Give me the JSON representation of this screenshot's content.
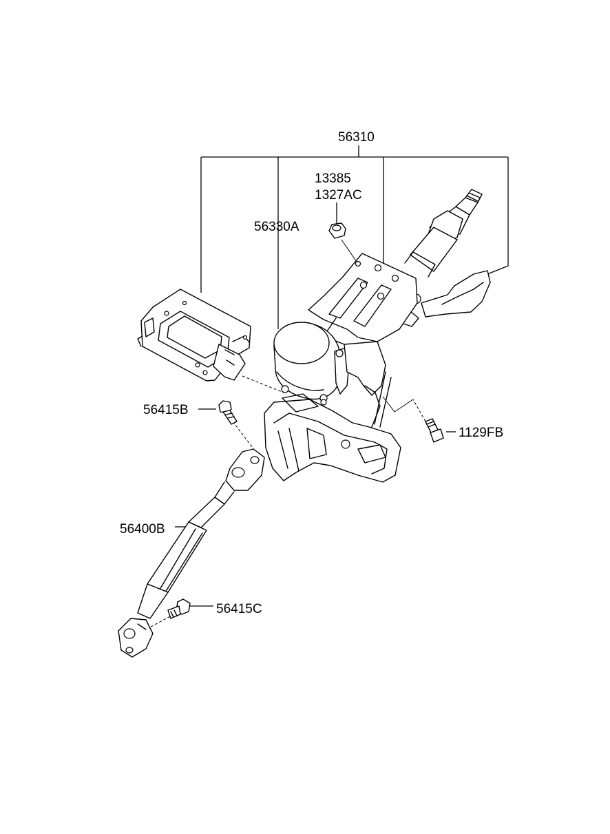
{
  "diagram": {
    "labels": {
      "p56310": "56310",
      "p13385": "13385",
      "p1327ac": "1327AC",
      "p56330a": "56330A",
      "p56415b": "56415B",
      "p1129fb": "1129FB",
      "p56400b": "56400B",
      "p56415c": "56415C"
    }
  }
}
